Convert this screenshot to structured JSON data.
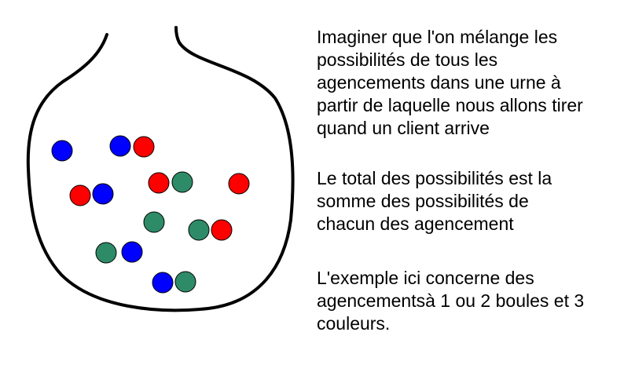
{
  "paragraphs": {
    "p1": "Imaginer que l'on mélange les\npossibilités de tous les\nagencements dans une urne à\npartir de laquelle nous allons tirer\nquand un client arrive",
    "p2": "Le total des possibilités est la\nsomme des possibilités de\nchacun des agencement",
    "p3": "L'exemple ici concerne des\nagencementsà 1 ou 2 boules et 3\ncouleurs."
  },
  "colors": {
    "blue": "#0000ff",
    "red": "#ff0000",
    "green": "#2e8b67",
    "outline": "#000000"
  },
  "balls": [
    {
      "color": "blue"
    },
    {
      "color": "blue"
    },
    {
      "color": "red"
    },
    {
      "color": "red"
    },
    {
      "color": "blue"
    },
    {
      "color": "red"
    },
    {
      "color": "green"
    },
    {
      "color": "red"
    },
    {
      "color": "green"
    },
    {
      "color": "green"
    },
    {
      "color": "red"
    },
    {
      "color": "green"
    },
    {
      "color": "blue"
    },
    {
      "color": "blue"
    },
    {
      "color": "green"
    }
  ]
}
